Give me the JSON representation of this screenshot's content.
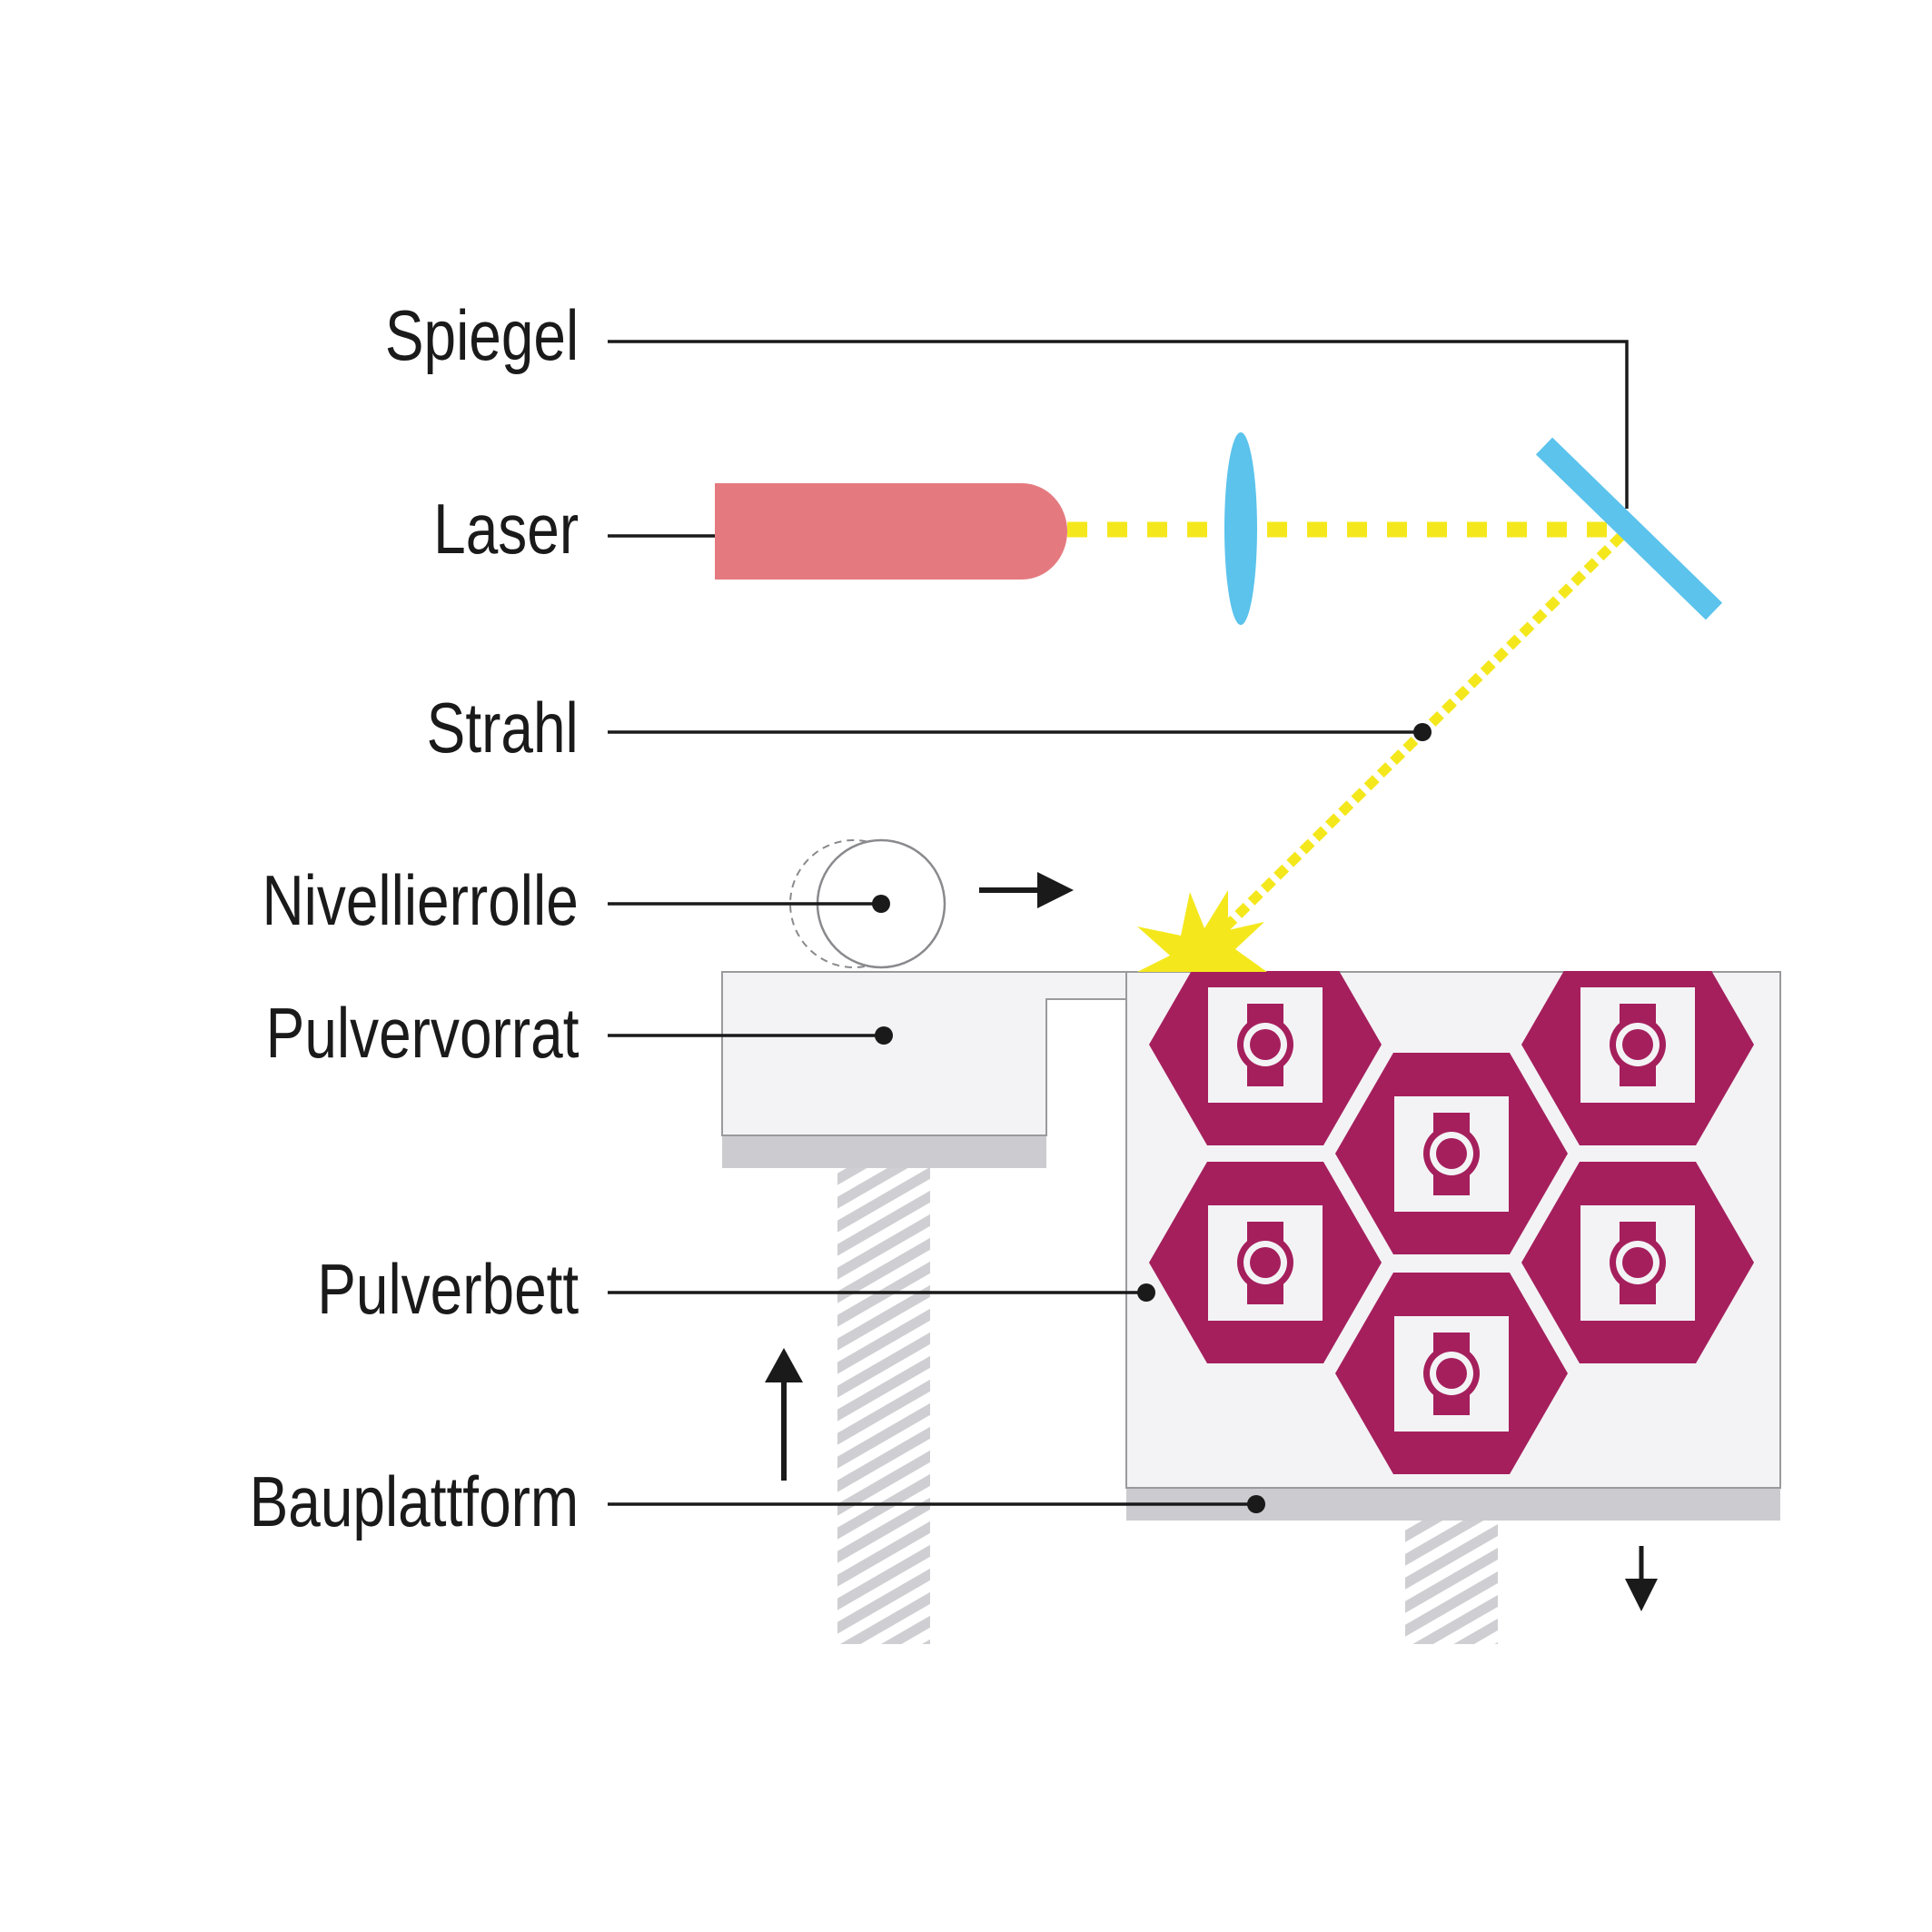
{
  "labels": {
    "spiegel": "Spiegel",
    "laser": "Laser",
    "strahl": "Strahl",
    "nivellierrolle": "Nivellierrolle",
    "pulvervorrat": "Pulvervorrat",
    "pulverbett": "Pulverbett",
    "bauplattform": "Bauplattform"
  },
  "colors": {
    "laser_body": "#e47a7f",
    "lens": "#5bc3ec",
    "mirror": "#5bc3ec",
    "beam": "#f4e81d",
    "spark": "#f4e81d",
    "part": "#a51f5d",
    "powder": "#f3f3f5",
    "platform": "#ccccd0",
    "screw": "#cfcfd3",
    "line": "#1a1a1a"
  },
  "icons": {
    "roller": "roller-circle",
    "roller_ghost": "roller-dashed-circle",
    "arrow_right": "arrow-right-icon",
    "arrow_up": "arrow-up-icon",
    "arrow_down": "arrow-down-icon",
    "part": "hexagon-part-icon"
  }
}
